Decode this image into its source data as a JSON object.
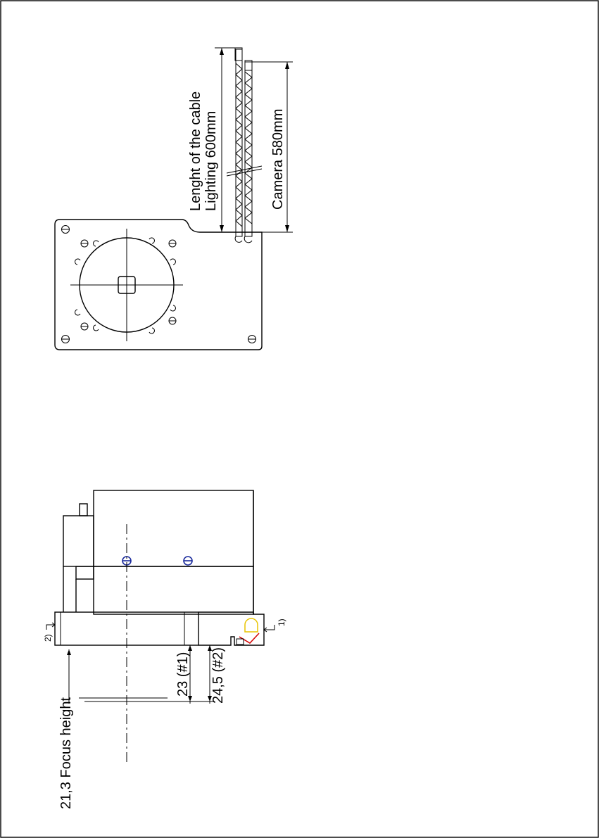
{
  "cable": {
    "title_line1": "Lenght of the cable",
    "title_line2": "Lighting 600mm",
    "camera": "Camera 580mm"
  },
  "side_view": {
    "focus_height": "21,3 Focus height",
    "dim_1": "23 (#1)",
    "dim_2": "24,5 (#2)",
    "ref_top": "2)",
    "ref_bottom": "1)"
  },
  "colors": {
    "line": "#000000",
    "screw": "#1a2a9c",
    "led": "#e8c400",
    "marker": "#d40000"
  }
}
